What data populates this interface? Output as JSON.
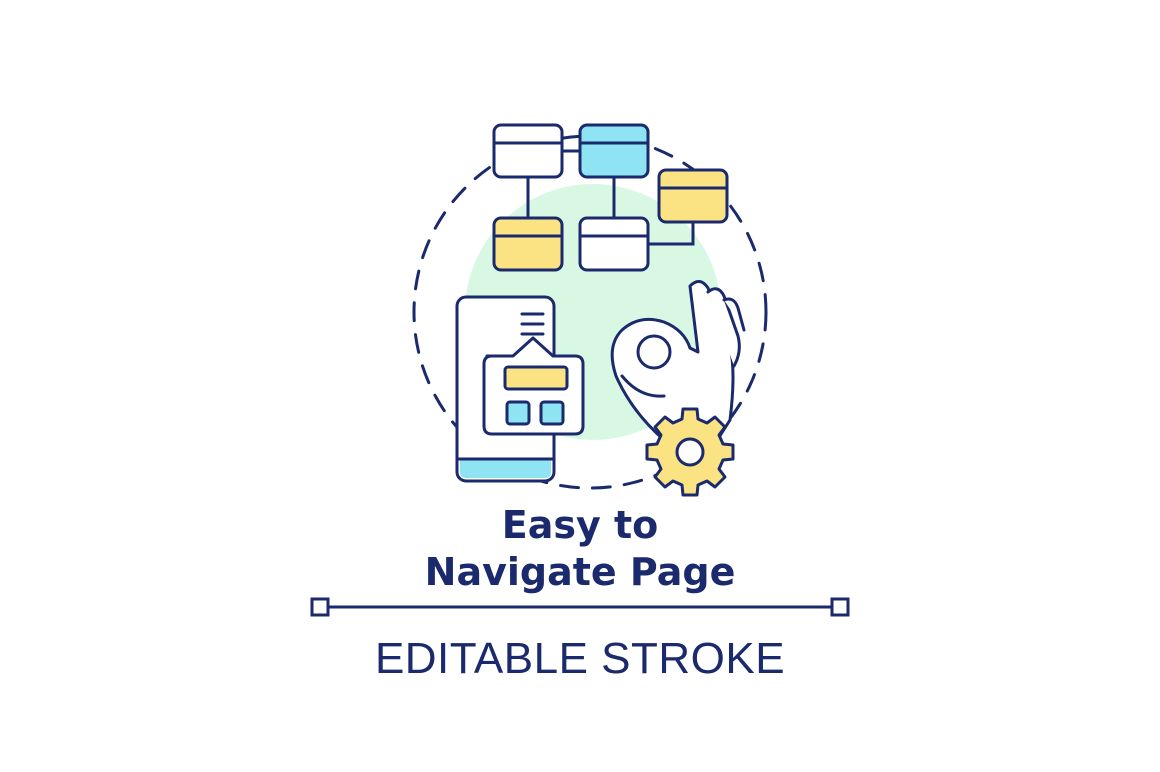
{
  "title": {
    "line1": "Easy to",
    "line2": "Navigate Page"
  },
  "caption": "EDITABLE STROKE",
  "colors": {
    "stroke": "#1a2a6c",
    "mint": "#d9f8e3",
    "yellow": "#fbe383",
    "cyan": "#8fe4f3",
    "white": "#ffffff"
  }
}
